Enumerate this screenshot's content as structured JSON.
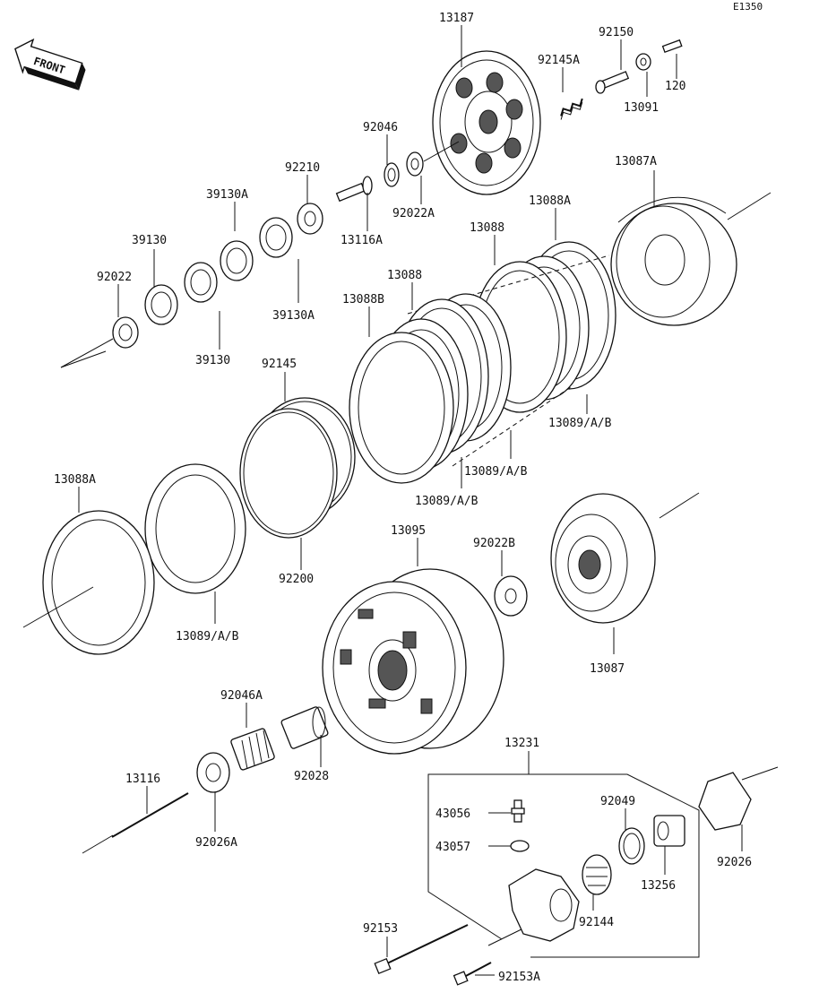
{
  "diagram_code": "E1350",
  "front_label": "FRONT",
  "parts": {
    "p13187": "13187",
    "p92150": "92150",
    "p92145A": "92145A",
    "p120": "120",
    "p13091": "13091",
    "p92046": "92046",
    "p92210": "92210",
    "p92022A": "92022A",
    "p13116A": "13116A",
    "p39130A_top": "39130A",
    "p39130_top": "39130",
    "p92022": "92022",
    "p39130A_bot": "39130A",
    "p39130_bot": "39130",
    "p13087A": "13087A",
    "p13088A_top": "13088A",
    "p13088_top": "13088",
    "p13088_mid": "13088",
    "p13088B": "13088B",
    "p92145": "92145",
    "p13089_r1": "13089/A/B",
    "p13089_r2": "13089/A/B",
    "p13089_r3": "13089/A/B",
    "p13088A_left": "13088A",
    "p92200": "92200",
    "p13089_left": "13089/A/B",
    "p13095": "13095",
    "p92022B": "92022B",
    "p13087": "13087",
    "p92046A": "92046A",
    "p92028": "92028",
    "p13116": "13116",
    "p92026A": "92026A",
    "p13231": "13231",
    "p43056": "43056",
    "p43057": "43057",
    "p92049": "92049",
    "p92026": "92026",
    "p13256": "13256",
    "p92144": "92144",
    "p92153": "92153",
    "p92153A": "92153A"
  }
}
